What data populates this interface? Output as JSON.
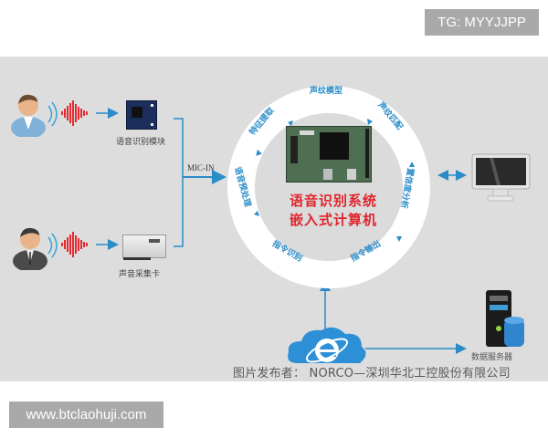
{
  "watermarks": {
    "top_right": "TG: MYYJJPP",
    "bottom_left": "www.btclaohuji.com"
  },
  "diagram": {
    "title_line1": "语音识别系统",
    "title_line2": "嵌入式计算机",
    "inputs": [
      {
        "device_label": "语音识别模块",
        "person": "user-1"
      },
      {
        "device_label": "声音采集卡",
        "person": "user-2"
      }
    ],
    "connector_label": "MIC-IN",
    "ring_steps": [
      "声纹模型",
      "声纹匹配",
      "置信度分析",
      "指令输出",
      "指令识别",
      "语音预处理",
      "特征提取"
    ],
    "outputs": {
      "display": "monitor",
      "server_label": "数据服务器",
      "network": "internet-cloud"
    },
    "credit": "图片发布者： NORCO—深圳华北工控股份有限公司",
    "colors": {
      "panel_bg": "#dcdddc",
      "ring": "#ffffff",
      "accent_blue": "#2a8cc8",
      "title_red": "#e0252c",
      "wave_red": "#e52a32"
    }
  }
}
